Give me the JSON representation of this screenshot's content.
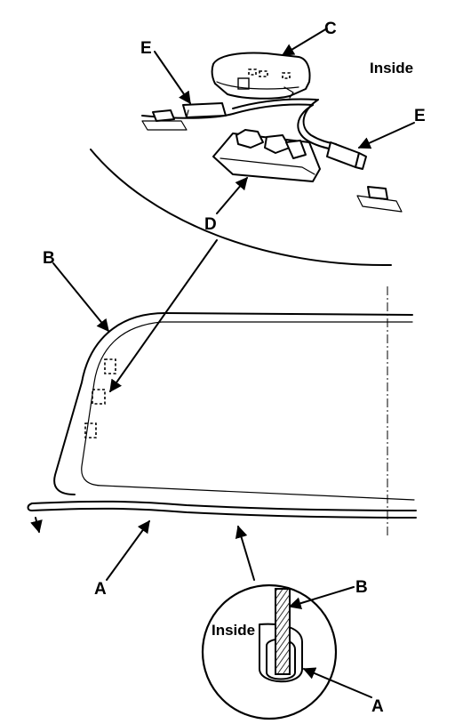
{
  "labels": {
    "inside_top": "Inside",
    "inside_detail": "Inside",
    "c": "C",
    "d": "D",
    "e_left": "E",
    "e_right": "E",
    "b_top": "B",
    "b_detail": "B",
    "a_bottom": "A",
    "a_detail": "A"
  }
}
